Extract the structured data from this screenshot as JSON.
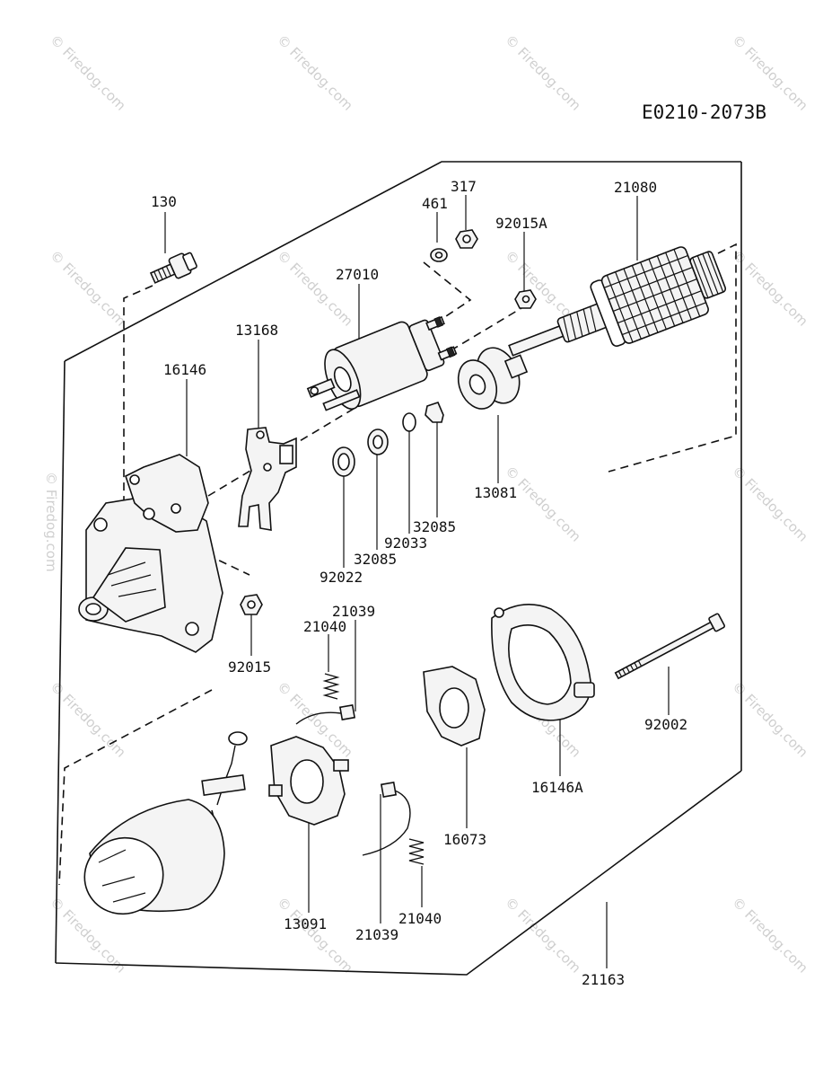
{
  "diagram_code": "E0210-2073B",
  "watermark_text": "© Firedog.com",
  "part_labels": {
    "p130": "130",
    "p461": "461",
    "p317": "317",
    "p92015A": "92015A",
    "p21080": "21080",
    "p27010": "27010",
    "p13168": "13168",
    "p16146": "16146",
    "p13081": "13081",
    "p32085a": "32085",
    "p92033": "92033",
    "p32085b": "32085",
    "p92022": "92022",
    "p21039a": "21039",
    "p21040a": "21040",
    "p92015": "92015",
    "p92002": "92002",
    "p16146A": "16146A",
    "p16073": "16073",
    "p13091": "13091",
    "p21040b": "21040",
    "p21039b": "21039",
    "p21163": "21163"
  }
}
